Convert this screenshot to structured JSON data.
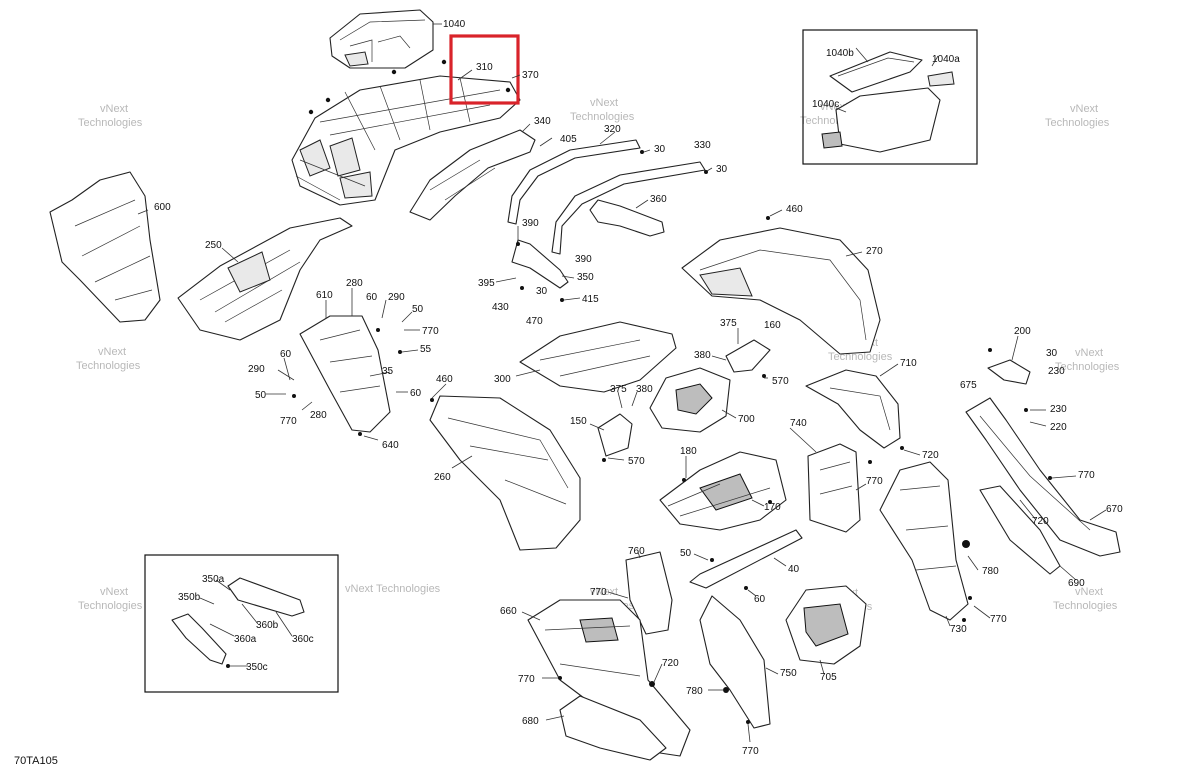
{
  "diagram": {
    "code": "70TA105",
    "watermark": {
      "line1": "vNext",
      "line2": "Technologies"
    },
    "watermark_single": "vNext Technologies",
    "highlight_color": "#d9232a",
    "labels": {
      "p1040": "1040",
      "p310": "310",
      "p370": "370",
      "p1040b": "1040b",
      "p1040a": "1040a",
      "p1040c": "1040c",
      "p340": "340",
      "p405": "405",
      "p320": "320",
      "p30a": "30",
      "p330": "330",
      "p30b": "30",
      "p600": "600",
      "p360": "360",
      "p460a": "460",
      "p250": "250",
      "p390a": "390",
      "p390b": "390",
      "p270": "270",
      "p395": "395",
      "p350": "350",
      "p30c": "30",
      "p415": "415",
      "p430": "430",
      "p470": "470",
      "p610": "610",
      "p280a": "280",
      "p60a": "60",
      "p290a": "290",
      "p50a": "50",
      "p770a": "770",
      "p55": "55",
      "p375a": "375",
      "p160": "160",
      "p200": "200",
      "p30d": "30",
      "p230a": "230",
      "p675": "675",
      "p60b": "60",
      "p290b": "290",
      "p35": "35",
      "p50b": "50",
      "p770b": "770",
      "p280b": "280",
      "p60c": "60",
      "p640": "640",
      "p460b": "460",
      "p300": "300",
      "p380a": "380",
      "p570a": "570",
      "p375b": "375",
      "p380b": "380",
      "p710": "710",
      "p230b": "230",
      "p220": "220",
      "p150": "150",
      "p700": "700",
      "p740": "740",
      "p570b": "570",
      "p720a": "720",
      "p260": "260",
      "p180": "180",
      "p770c": "770",
      "p770d": "770",
      "p170": "170",
      "p670": "670",
      "p720b": "720",
      "p350a": "350a",
      "p350b": "350b",
      "p360b": "360b",
      "p360a": "360a",
      "p360c": "360c",
      "p350c": "350c",
      "p760": "760",
      "p50c": "50",
      "p770e": "770",
      "p40": "40",
      "p60d": "60",
      "p780a": "780",
      "p690": "690",
      "p660": "660",
      "p730": "730",
      "p770f": "770",
      "p720c": "720",
      "p750": "750",
      "p705": "705",
      "p770g": "770",
      "p780b": "780",
      "p680": "680",
      "p770h": "770"
    }
  }
}
